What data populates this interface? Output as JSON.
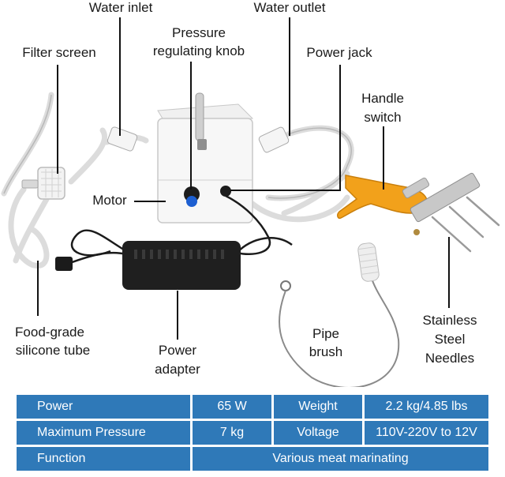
{
  "labels": {
    "water_inlet": "Water inlet",
    "water_outlet": "Water outlet",
    "pressure_knob_line1": "Pressure",
    "pressure_knob_line2": "regulating knob",
    "filter_screen": "Filter screen",
    "power_jack": "Power jack",
    "handle_switch_line1": "Handle",
    "handle_switch_line2": "switch",
    "motor": "Motor",
    "silicone_tube_line1": "Food-grade",
    "silicone_tube_line2": "silicone tube",
    "power_adapter_line1": "Power",
    "power_adapter_line2": "adapter",
    "pipe_brush_line1": "Pipe",
    "pipe_brush_line2": "brush",
    "needles_line1": "Stainless",
    "needles_line2": "Steel",
    "needles_line3": "Needles"
  },
  "specs": {
    "rows": [
      {
        "k1": "Power",
        "v1": "65 W",
        "k2": "Weight",
        "v2": "2.2 kg/4.85 lbs"
      },
      {
        "k1": "Maximum Pressure",
        "v1": "7 kg",
        "k2": "Voltage",
        "v2": "110V-220V to 12V"
      },
      {
        "k1": "Function",
        "v1": "Various meat marinating"
      }
    ]
  },
  "colors": {
    "table_bg": "#2f79b8",
    "table_text": "#ffffff",
    "handle_orange": "#f2a11b",
    "knob_blue": "#1d5fd1"
  },
  "icons": [
    "motor-box",
    "pressure-knob",
    "filter-screen",
    "power-adapter",
    "handle-switch",
    "steel-needles",
    "pipe-brush",
    "silicone-tube"
  ]
}
